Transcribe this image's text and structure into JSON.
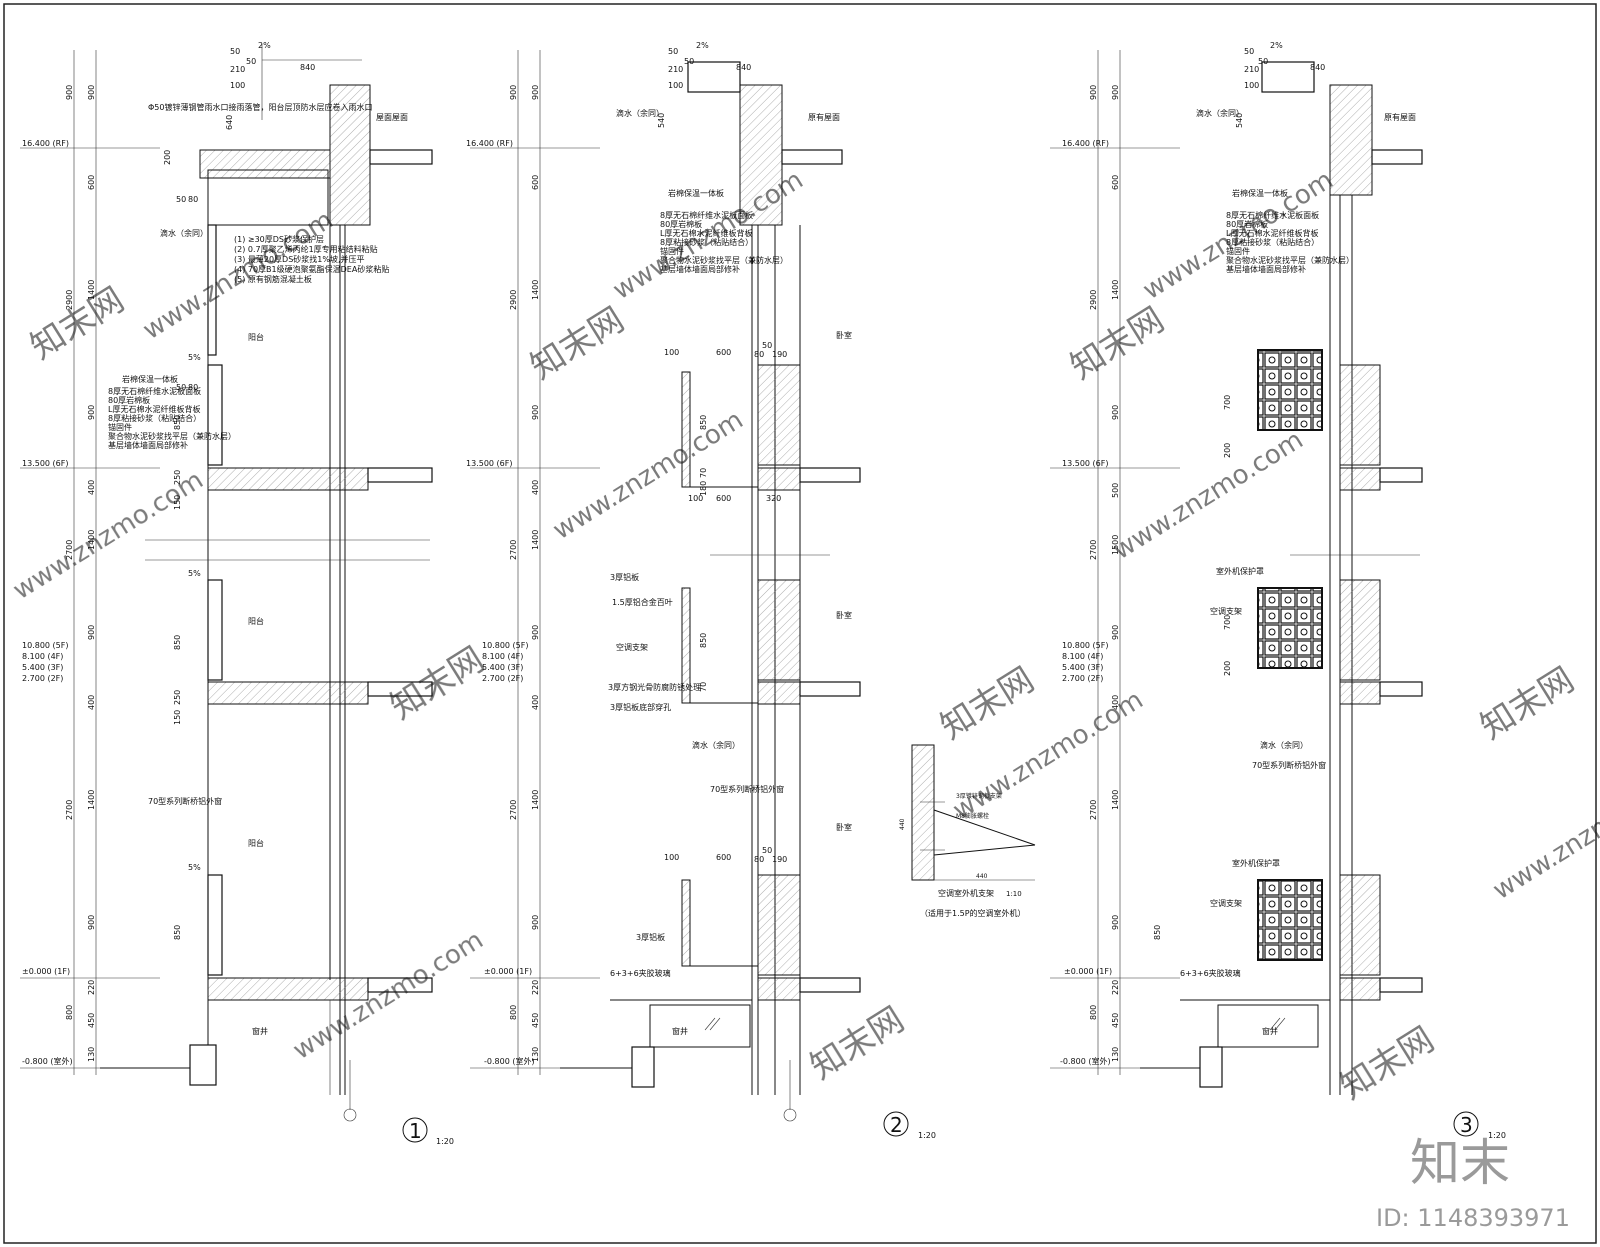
{
  "elevations": [
    "16.400 (RF)",
    "13.500 (6F)",
    "10.800 (5F)",
    "8.100 (4F)",
    "5.400 (3F)",
    "2.700 (2F)",
    "±0.000 (1F)",
    "-0.800 (室外)"
  ],
  "top_dims": {
    "a": "50",
    "b": "210",
    "c": "100",
    "d": "50",
    "slope": "2%",
    "width": "840"
  },
  "left_dims": [
    "900",
    "2900",
    "1400",
    "2700",
    "2700",
    "800",
    "600",
    "900",
    "400",
    "1400",
    "900",
    "400",
    "1400",
    "900",
    "220",
    "450",
    "130"
  ],
  "section1": {
    "drain_note": "Φ50镀锌薄钢管雨水口接雨落管，阳台层顶防水层应卷入雨水口",
    "roof_label": "屋面屋面",
    "drip": "滴水（余同）",
    "layers": [
      "(1) ≥30厚DS砂浆保护层",
      "(2) 0.7厚聚乙烯丙纶1厚专用粘结料粘贴",
      "(3) 最薄20厚DS砂浆找1%坡,并压平",
      "(4) 70厚B1级硬泡聚氨酯保温DEA砂浆粘贴",
      "(5) 原有钢筋混凝土板"
    ],
    "insulation_title": "岩棉保温一体板",
    "insulation_layers": [
      "8厚无石棉纤维水泥板面板",
      "80厚岩棉板",
      "L厚无石棉水泥纤维板背板",
      "8厚粘接砂浆（粘贴结合）",
      "锚固件",
      "聚合物水泥砂浆找平层（兼防水层）",
      "基层墙体墙面局部修补"
    ],
    "balcony": "阳台",
    "window": "70型系列断桥铝外窗",
    "pit": "窗井",
    "dims": {
      "d5pct": "5%",
      "d50": "50",
      "d80": "80",
      "d850": "850",
      "d250": "250",
      "d150": "150",
      "d640": "640",
      "d200": "200"
    },
    "number": "1",
    "scale": "1:20"
  },
  "section2": {
    "drip": "滴水（余同）",
    "roof_label": "原有屋面",
    "insulation_title": "岩棉保温一体板",
    "bedroom": "卧室",
    "plate": "3厚铝板",
    "louver": "1.5厚铝合金百叶",
    "ac_bracket": "空调支架",
    "steel": "3厚方钢光骨防腐防锈处理",
    "bottom_plate": "3厚铝板底部穿孔",
    "window": "70型系列断桥铝外窗",
    "glass": "6+3+6夹胶玻璃",
    "pit": "窗井",
    "dims": {
      "d100": "100",
      "d600": "600",
      "d50": "50",
      "d80": "80",
      "d190": "190",
      "d320": "320",
      "d70": "70",
      "d180": "180",
      "d850": "850",
      "d540": "540"
    },
    "number": "2",
    "scale": "1:20"
  },
  "bracket_detail": {
    "title": "空调室外机支架",
    "scale": "1:10",
    "note": "（适用于1.5P的空调室外机）",
    "labels": [
      "3厚镀锌钢板支架",
      "M8膨胀螺栓"
    ],
    "dim": "440"
  },
  "section3": {
    "drip": "滴水（余同）",
    "roof_label": "原有屋面",
    "insulation_title": "岩棉保温一体板",
    "cover": "室外机保护罩",
    "ac_bracket": "空调支架",
    "window": "70型系列断桥铝外窗",
    "glass": "6+3+6夹胶玻璃",
    "pit": "窗井",
    "dims": {
      "d700": "700",
      "d200": "200",
      "d1500": "1500",
      "d500": "500",
      "d850": "850"
    },
    "number": "3",
    "scale": "1:20"
  },
  "watermark": {
    "site": "www.znzmo.com",
    "brand": "知末网",
    "logo": "知末",
    "id": "ID: 1148393971"
  }
}
